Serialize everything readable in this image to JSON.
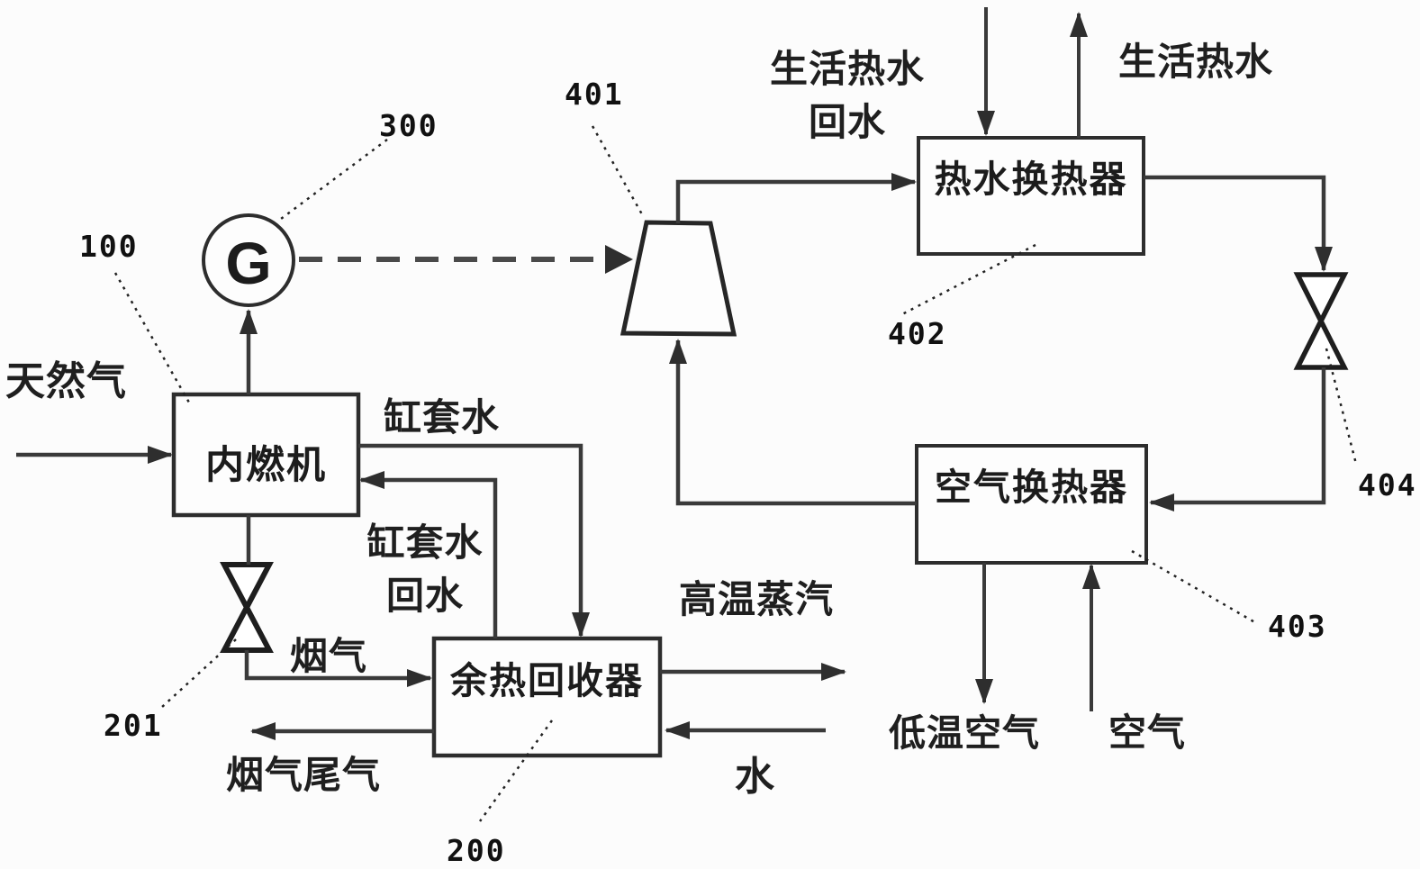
{
  "figure": {
    "background": "#fcfcfc",
    "line_color": "#3a3a3a",
    "type": "process-flow-diagram"
  },
  "components": {
    "engine": {
      "label": "内燃机",
      "ref": "100"
    },
    "generator": {
      "symbol": "G",
      "ref": "300"
    },
    "heat_recovery": {
      "label": "余热回收器",
      "ref": "200"
    },
    "engine_valve": {
      "ref": "201"
    },
    "turbine": {
      "ref": "401"
    },
    "hot_water_hx": {
      "label": "热水换热器",
      "ref": "402"
    },
    "air_hx": {
      "label": "空气换热器",
      "ref": "403"
    },
    "cycle_valve": {
      "ref": "404"
    }
  },
  "streams": {
    "natural_gas": "天然气",
    "jacket_water": "缸套水",
    "jacket_water_return_line1": "缸套水",
    "jacket_water_return_line2": "回水",
    "flue_gas": "烟气",
    "flue_gas_tail": "烟气尾气",
    "high_temp_steam": "高温蒸汽",
    "water": "水",
    "dhw_return_line1": "生活热水",
    "dhw_return_line2": "回水",
    "dhw_supply": "生活热水",
    "low_temp_air": "低温空气",
    "air": "空气"
  }
}
